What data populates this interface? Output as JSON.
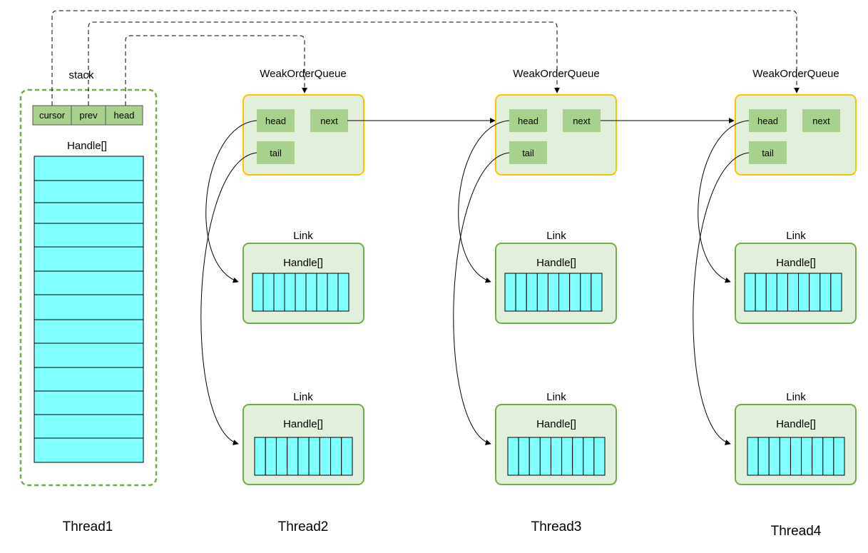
{
  "stack": {
    "title": "stack",
    "fields": [
      "cursor",
      "prev",
      "head"
    ],
    "array_label": "Handle[]"
  },
  "queue": {
    "title": "WeakOrderQueue",
    "head_label": "head",
    "next_label": "next",
    "tail_label": "tail"
  },
  "link": {
    "title": "Link",
    "array_label": "Handle[]"
  },
  "threads": [
    "Thread1",
    "Thread2",
    "Thread3",
    "Thread4"
  ],
  "colors": {
    "cell_fill": "#80ffff",
    "field_fill": "#a9d18e",
    "container_fill": "#e2efda",
    "queue_border": "#ffc000",
    "link_border": "#70ad47",
    "stack_border": "#70ad47",
    "line": "#000000"
  }
}
